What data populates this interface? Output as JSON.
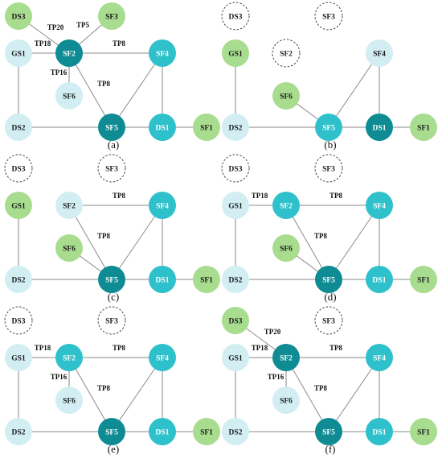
{
  "colors": {
    "dark_teal": "#0e8b93",
    "teal": "#2fc1cb",
    "light_blue": "#d2eef2",
    "green": "#a8dc8e",
    "dashed_stroke": "#444444",
    "text_on_dark": "#ffffff",
    "text_on_light": "#1a1a1a",
    "edge": "#8a8a8a"
  },
  "panels": [
    {
      "label": "(a)",
      "nodes": [
        {
          "id": "DS3",
          "style": "green"
        },
        {
          "id": "SF3",
          "style": "green"
        },
        {
          "id": "GS1",
          "style": "light_blue"
        },
        {
          "id": "SF2",
          "style": "dark_teal"
        },
        {
          "id": "SF4",
          "style": "teal"
        },
        {
          "id": "SF6",
          "style": "light_blue"
        },
        {
          "id": "DS2",
          "style": "light_blue"
        },
        {
          "id": "SF5",
          "style": "dark_teal"
        },
        {
          "id": "DS1",
          "style": "teal"
        },
        {
          "id": "SF1",
          "style": "green"
        }
      ],
      "edges": [
        {
          "from": "DS3",
          "to": "SF2",
          "label": "TP20"
        },
        {
          "from": "SF3",
          "to": "SF2",
          "label": "TP5"
        },
        {
          "from": "GS1",
          "to": "SF2",
          "label": "TP18"
        },
        {
          "from": "SF2",
          "to": "SF4",
          "label": "TP8"
        },
        {
          "from": "SF2",
          "to": "SF6",
          "label": "TP16"
        },
        {
          "from": "SF2",
          "to": "SF5",
          "label": "TP8"
        },
        {
          "from": "GS1",
          "to": "DS2",
          "label": ""
        },
        {
          "from": "DS2",
          "to": "SF5",
          "label": ""
        },
        {
          "from": "SF5",
          "to": "DS1",
          "label": ""
        },
        {
          "from": "DS1",
          "to": "SF1",
          "label": ""
        },
        {
          "from": "SF4",
          "to": "SF5",
          "label": ""
        },
        {
          "from": "SF4",
          "to": "DS1",
          "label": ""
        }
      ]
    },
    {
      "label": "(b)",
      "nodes": [
        {
          "id": "DS3",
          "style": "dashed"
        },
        {
          "id": "SF3",
          "style": "dashed"
        },
        {
          "id": "GS1",
          "style": "green"
        },
        {
          "id": "SF2",
          "style": "dashed"
        },
        {
          "id": "SF4",
          "style": "light_blue"
        },
        {
          "id": "SF6",
          "style": "green"
        },
        {
          "id": "DS2",
          "style": "light_blue"
        },
        {
          "id": "SF5",
          "style": "teal"
        },
        {
          "id": "DS1",
          "style": "dark_teal"
        },
        {
          "id": "SF1",
          "style": "green"
        }
      ],
      "edges": [
        {
          "from": "GS1",
          "to": "DS2",
          "label": ""
        },
        {
          "from": "DS2",
          "to": "SF5",
          "label": ""
        },
        {
          "from": "SF6",
          "to": "SF5",
          "label": ""
        },
        {
          "from": "SF4",
          "to": "SF5",
          "label": ""
        },
        {
          "from": "SF4",
          "to": "DS1",
          "label": ""
        },
        {
          "from": "SF5",
          "to": "DS1",
          "label": ""
        },
        {
          "from": "DS1",
          "to": "SF1",
          "label": ""
        }
      ]
    },
    {
      "label": "(c)",
      "nodes": [
        {
          "id": "DS3",
          "style": "dashed"
        },
        {
          "id": "SF3",
          "style": "dashed"
        },
        {
          "id": "GS1",
          "style": "green"
        },
        {
          "id": "SF2",
          "style": "light_blue"
        },
        {
          "id": "SF4",
          "style": "teal"
        },
        {
          "id": "SF6",
          "style": "green"
        },
        {
          "id": "DS2",
          "style": "light_blue"
        },
        {
          "id": "SF5",
          "style": "dark_teal"
        },
        {
          "id": "DS1",
          "style": "teal"
        },
        {
          "id": "SF1",
          "style": "green"
        }
      ],
      "edges": [
        {
          "from": "SF2",
          "to": "SF4",
          "label": "TP8"
        },
        {
          "from": "SF2",
          "to": "SF5",
          "label": "TP8"
        },
        {
          "from": "GS1",
          "to": "DS2",
          "label": ""
        },
        {
          "from": "DS2",
          "to": "SF5",
          "label": ""
        },
        {
          "from": "SF6",
          "to": "SF5",
          "label": ""
        },
        {
          "from": "SF4",
          "to": "SF5",
          "label": ""
        },
        {
          "from": "SF4",
          "to": "DS1",
          "label": ""
        },
        {
          "from": "SF5",
          "to": "DS1",
          "label": ""
        },
        {
          "from": "DS1",
          "to": "SF1",
          "label": ""
        }
      ]
    },
    {
      "label": "(d)",
      "nodes": [
        {
          "id": "DS3",
          "style": "dashed"
        },
        {
          "id": "SF3",
          "style": "dashed"
        },
        {
          "id": "GS1",
          "style": "light_blue"
        },
        {
          "id": "SF2",
          "style": "teal"
        },
        {
          "id": "SF4",
          "style": "teal"
        },
        {
          "id": "SF6",
          "style": "green"
        },
        {
          "id": "DS2",
          "style": "light_blue"
        },
        {
          "id": "SF5",
          "style": "dark_teal"
        },
        {
          "id": "DS1",
          "style": "teal"
        },
        {
          "id": "SF1",
          "style": "green"
        }
      ],
      "edges": [
        {
          "from": "GS1",
          "to": "SF2",
          "label": "TP18"
        },
        {
          "from": "SF2",
          "to": "SF4",
          "label": "TP8"
        },
        {
          "from": "SF2",
          "to": "SF5",
          "label": "TP8"
        },
        {
          "from": "GS1",
          "to": "DS2",
          "label": ""
        },
        {
          "from": "DS2",
          "to": "SF5",
          "label": ""
        },
        {
          "from": "SF6",
          "to": "SF5",
          "label": ""
        },
        {
          "from": "SF4",
          "to": "SF5",
          "label": ""
        },
        {
          "from": "SF4",
          "to": "DS1",
          "label": ""
        },
        {
          "from": "SF5",
          "to": "DS1",
          "label": ""
        },
        {
          "from": "DS1",
          "to": "SF1",
          "label": ""
        }
      ]
    },
    {
      "label": "(e)",
      "nodes": [
        {
          "id": "DS3",
          "style": "dashed"
        },
        {
          "id": "SF3",
          "style": "dashed"
        },
        {
          "id": "GS1",
          "style": "light_blue"
        },
        {
          "id": "SF2",
          "style": "teal"
        },
        {
          "id": "SF4",
          "style": "teal"
        },
        {
          "id": "SF6",
          "style": "light_blue"
        },
        {
          "id": "DS2",
          "style": "light_blue"
        },
        {
          "id": "SF5",
          "style": "dark_teal"
        },
        {
          "id": "DS1",
          "style": "teal"
        },
        {
          "id": "SF1",
          "style": "green"
        }
      ],
      "edges": [
        {
          "from": "GS1",
          "to": "SF2",
          "label": "TP18"
        },
        {
          "from": "SF2",
          "to": "SF4",
          "label": "TP8"
        },
        {
          "from": "SF2",
          "to": "SF6",
          "label": "TP16"
        },
        {
          "from": "SF2",
          "to": "SF5",
          "label": "TP8"
        },
        {
          "from": "GS1",
          "to": "DS2",
          "label": ""
        },
        {
          "from": "DS2",
          "to": "SF5",
          "label": ""
        },
        {
          "from": "SF4",
          "to": "SF5",
          "label": ""
        },
        {
          "from": "SF4",
          "to": "DS1",
          "label": ""
        },
        {
          "from": "SF5",
          "to": "DS1",
          "label": ""
        },
        {
          "from": "DS1",
          "to": "SF1",
          "label": ""
        }
      ]
    },
    {
      "label": "(f)",
      "nodes": [
        {
          "id": "DS3",
          "style": "green"
        },
        {
          "id": "SF3",
          "style": "dashed"
        },
        {
          "id": "GS1",
          "style": "light_blue"
        },
        {
          "id": "SF2",
          "style": "dark_teal"
        },
        {
          "id": "SF4",
          "style": "teal"
        },
        {
          "id": "SF6",
          "style": "light_blue"
        },
        {
          "id": "DS2",
          "style": "light_blue"
        },
        {
          "id": "SF5",
          "style": "dark_teal"
        },
        {
          "id": "DS1",
          "style": "teal"
        },
        {
          "id": "SF1",
          "style": "green"
        }
      ],
      "edges": [
        {
          "from": "DS3",
          "to": "SF2",
          "label": "TP20"
        },
        {
          "from": "GS1",
          "to": "SF2",
          "label": "TP18"
        },
        {
          "from": "SF2",
          "to": "SF4",
          "label": "TP8"
        },
        {
          "from": "SF2",
          "to": "SF6",
          "label": "TP16"
        },
        {
          "from": "SF2",
          "to": "SF5",
          "label": "TP8"
        },
        {
          "from": "GS1",
          "to": "DS2",
          "label": ""
        },
        {
          "from": "DS2",
          "to": "SF5",
          "label": ""
        },
        {
          "from": "SF4",
          "to": "SF5",
          "label": ""
        },
        {
          "from": "SF4",
          "to": "DS1",
          "label": ""
        },
        {
          "from": "SF5",
          "to": "DS1",
          "label": ""
        },
        {
          "from": "DS1",
          "to": "SF1",
          "label": ""
        }
      ]
    }
  ]
}
